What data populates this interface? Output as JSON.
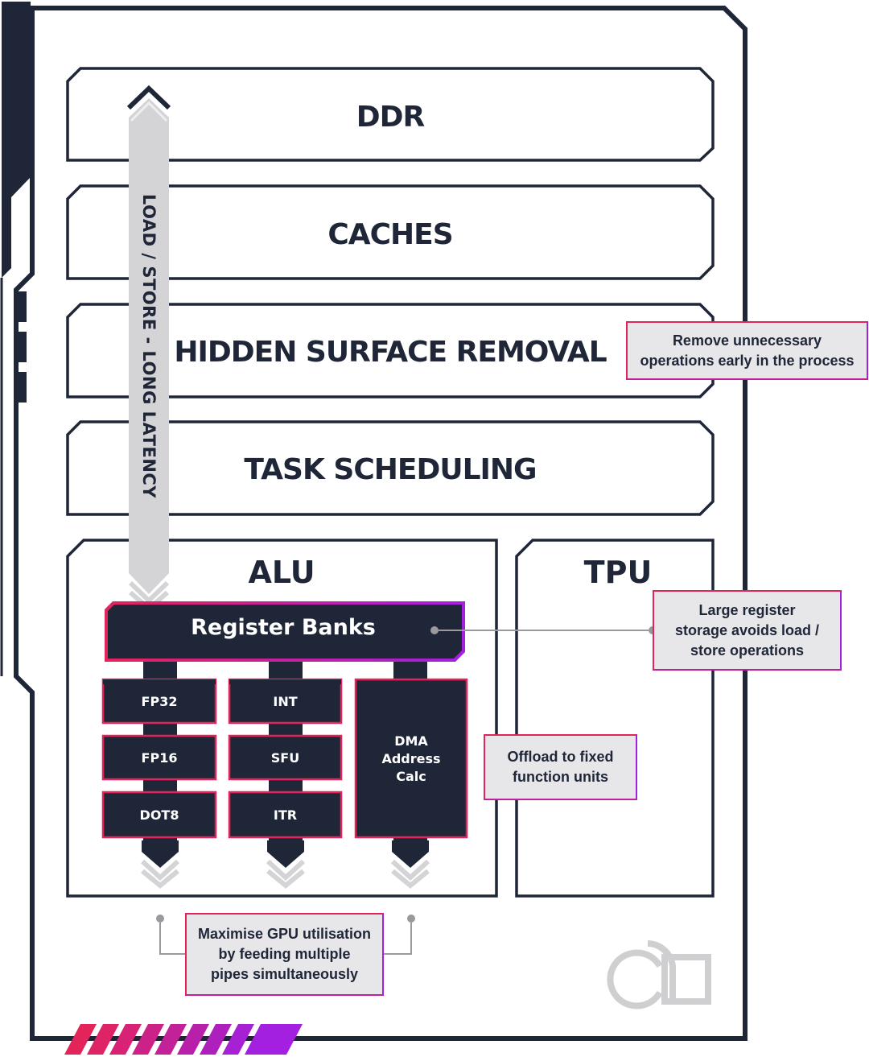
{
  "layers": {
    "ddr": "DDR",
    "caches": "CACHES",
    "hsr": "HIDDEN SURFACE REMOVAL",
    "task_scheduling": "TASK SCHEDULING"
  },
  "alu": {
    "title": "ALU",
    "register_banks": "Register Banks",
    "units": {
      "fp32": "FP32",
      "fp16": "FP16",
      "dot8": "DOT8",
      "int": "INT",
      "sfu": "SFU",
      "itr": "ITR"
    },
    "dma_lines": [
      "DMA",
      "Address",
      "Calc"
    ]
  },
  "tpu": {
    "title": "TPU"
  },
  "latency_label": "LOAD / STORE - LONG LATENCY",
  "callouts": {
    "hsr": [
      "Remove unnecessary",
      "operations early in the process"
    ],
    "register": [
      "Large register",
      "storage avoids load /",
      "store operations"
    ],
    "fixed": [
      "Offload to fixed",
      "function units"
    ],
    "utilisation": [
      "Maximise GPU utilisation",
      "by feeding multiple",
      "pipes simultaneously"
    ]
  },
  "colors": {
    "navy": "#1f2638",
    "pink": "#e2245a",
    "purple": "#a320e0",
    "grey_fill": "#d4d4d6",
    "callout_bg": "#e7e7e9"
  },
  "icons": [
    "logo-icon",
    "chevron-up-icon",
    "chevron-down-icon"
  ]
}
